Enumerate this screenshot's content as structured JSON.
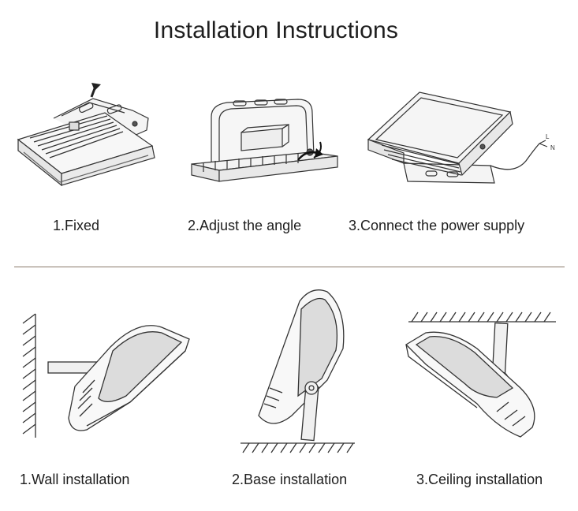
{
  "title": "Installation Instructions",
  "steps": [
    {
      "label": "1.Fixed"
    },
    {
      "label": "2.Adjust the angle"
    },
    {
      "label": "3.Connect the power supply",
      "wire_labels": [
        "L",
        "N"
      ]
    }
  ],
  "modes": [
    {
      "label": "1.Wall installation"
    },
    {
      "label": "2.Base installation"
    },
    {
      "label": "3.Ceiling installation"
    }
  ]
}
